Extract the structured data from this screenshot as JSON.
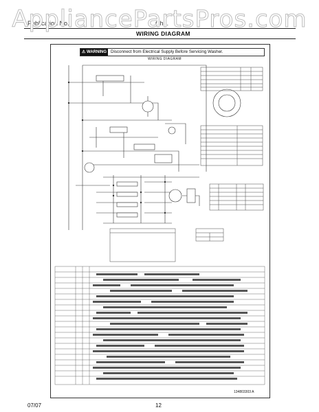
{
  "watermark": "AppliancePartsPros.com",
  "header": {
    "left": "Publication No.",
    "right": "Ch...",
    "title": "WIRING DIAGRAM"
  },
  "warning": {
    "badge": "⚠ WARNING",
    "text": "Disconnect from Electrical Supply Before Servicing Washer."
  },
  "diagram_title": "WIRING DIAGRAM",
  "part_number": "134803303 A",
  "footer": {
    "date": "07/07",
    "page": "12"
  }
}
